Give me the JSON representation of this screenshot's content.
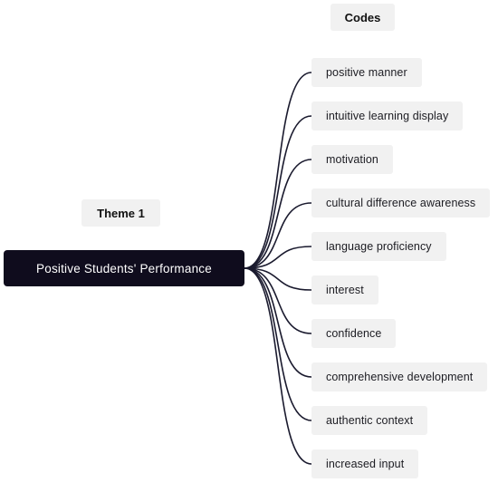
{
  "codes_header": "Codes",
  "theme_header": "Theme 1",
  "root": "Positive Students' Performance",
  "codes": [
    "positive manner",
    "intuitive learning display",
    "motivation",
    "cultural difference awareness",
    "language proficiency",
    "interest",
    "confidence",
    "comprehensive development",
    "authentic context",
    "increased input"
  ],
  "colors": {
    "root_background": "#0f0c1d",
    "root_text": "#ffffff",
    "node_background": "#f1f1f1",
    "connector": "#1a1a2e"
  }
}
